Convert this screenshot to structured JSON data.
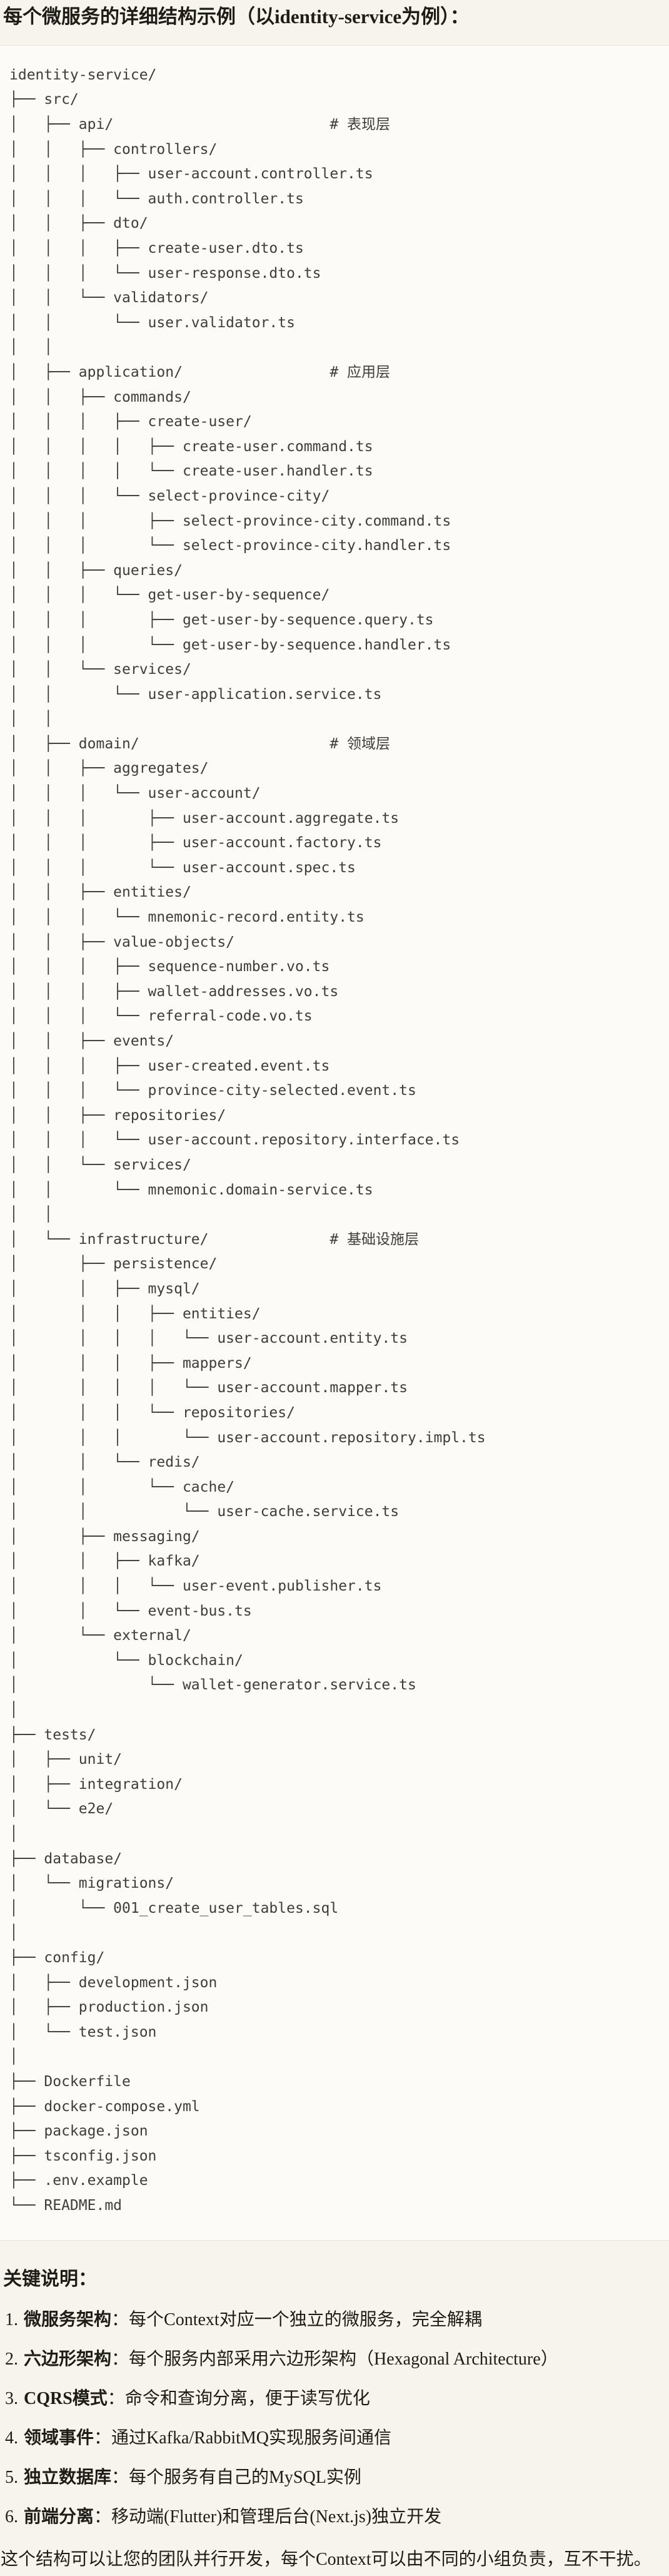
{
  "doc": {
    "title": "每个微服务的详细结构示例（以identity-service为例）：",
    "notes_heading": "关键说明：",
    "colon": "：",
    "closing": "这个结构可以让您的团队并行开发，每个Context可以由不同的小组负责，互不干扰。"
  },
  "tree": {
    "lines": [
      "identity-service/",
      "├── src/",
      "│   ├── api/                         # 表现层",
      "│   │   ├── controllers/",
      "│   │   │   ├── user-account.controller.ts",
      "│   │   │   └── auth.controller.ts",
      "│   │   ├── dto/",
      "│   │   │   ├── create-user.dto.ts",
      "│   │   │   └── user-response.dto.ts",
      "│   │   └── validators/",
      "│   │       └── user.validator.ts",
      "│   │",
      "│   ├── application/                 # 应用层",
      "│   │   ├── commands/",
      "│   │   │   ├── create-user/",
      "│   │   │   │   ├── create-user.command.ts",
      "│   │   │   │   └── create-user.handler.ts",
      "│   │   │   └── select-province-city/",
      "│   │   │       ├── select-province-city.command.ts",
      "│   │   │       └── select-province-city.handler.ts",
      "│   │   ├── queries/",
      "│   │   │   └── get-user-by-sequence/",
      "│   │   │       ├── get-user-by-sequence.query.ts",
      "│   │   │       └── get-user-by-sequence.handler.ts",
      "│   │   └── services/",
      "│   │       └── user-application.service.ts",
      "│   │",
      "│   ├── domain/                      # 领域层",
      "│   │   ├── aggregates/",
      "│   │   │   └── user-account/",
      "│   │   │       ├── user-account.aggregate.ts",
      "│   │   │       ├── user-account.factory.ts",
      "│   │   │       └── user-account.spec.ts",
      "│   │   ├── entities/",
      "│   │   │   └── mnemonic-record.entity.ts",
      "│   │   ├── value-objects/",
      "│   │   │   ├── sequence-number.vo.ts",
      "│   │   │   ├── wallet-addresses.vo.ts",
      "│   │   │   └── referral-code.vo.ts",
      "│   │   ├── events/",
      "│   │   │   ├── user-created.event.ts",
      "│   │   │   └── province-city-selected.event.ts",
      "│   │   ├── repositories/",
      "│   │   │   └── user-account.repository.interface.ts",
      "│   │   └── services/",
      "│   │       └── mnemonic.domain-service.ts",
      "│   │",
      "│   └── infrastructure/              # 基础设施层",
      "│       ├── persistence/",
      "│       │   ├── mysql/",
      "│       │   │   ├── entities/",
      "│       │   │   │   └── user-account.entity.ts",
      "│       │   │   ├── mappers/",
      "│       │   │   │   └── user-account.mapper.ts",
      "│       │   │   └── repositories/",
      "│       │   │       └── user-account.repository.impl.ts",
      "│       │   └── redis/",
      "│       │       └── cache/",
      "│       │           └── user-cache.service.ts",
      "│       ├── messaging/",
      "│       │   ├── kafka/",
      "│       │   │   └── user-event.publisher.ts",
      "│       │   └── event-bus.ts",
      "│       └── external/",
      "│           └── blockchain/",
      "│               └── wallet-generator.service.ts",
      "│",
      "├── tests/",
      "│   ├── unit/",
      "│   ├── integration/",
      "│   └── e2e/",
      "│",
      "├── database/",
      "│   └── migrations/",
      "│       └── 001_create_user_tables.sql",
      "│",
      "├── config/",
      "│   ├── development.json",
      "│   ├── production.json",
      "│   └── test.json",
      "│",
      "├── Dockerfile",
      "├── docker-compose.yml",
      "├── package.json",
      "├── tsconfig.json",
      "├── .env.example",
      "└── README.md"
    ]
  },
  "notes": {
    "items": [
      {
        "num": "1.",
        "label": "微服务架构",
        "text": "每个Context对应一个独立的微服务，完全解耦"
      },
      {
        "num": "2.",
        "label": "六边形架构",
        "text": "每个服务内部采用六边形架构（Hexagonal Architecture）"
      },
      {
        "num": "3.",
        "label": "CQRS模式",
        "text": "命令和查询分离，便于读写优化"
      },
      {
        "num": "4.",
        "label": "领域事件",
        "text": "通过Kafka/RabbitMQ实现服务间通信"
      },
      {
        "num": "5.",
        "label": "独立数据库",
        "text": "每个服务有自己的MySQL实例"
      },
      {
        "num": "6.",
        "label": "前端分离",
        "text": "移动端(Flutter)和管理后台(Next.js)独立开发"
      }
    ]
  }
}
